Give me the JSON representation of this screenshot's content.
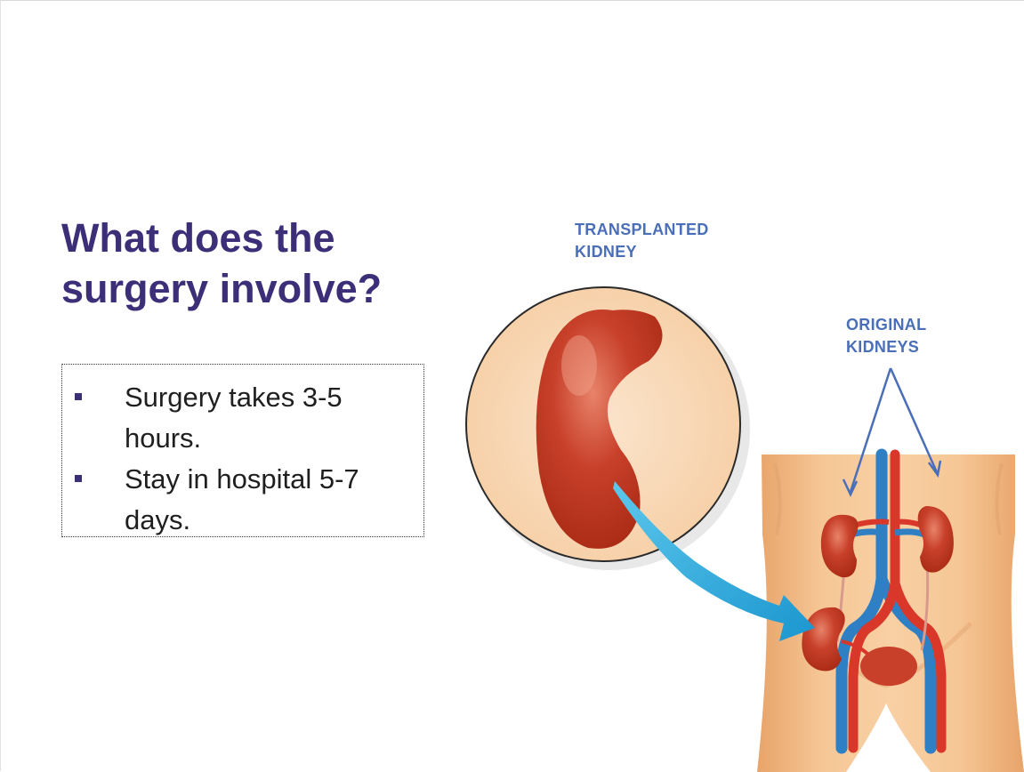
{
  "slide": {
    "title_line1": "What does the",
    "title_line2": "surgery involve?",
    "bullets": [
      {
        "line1": "Surgery takes 3-5",
        "line2": "hours."
      },
      {
        "line1": "Stay in hospital 5-7",
        "line2": "days."
      }
    ],
    "labels": {
      "transplanted_line1": "TRANSPLANTED",
      "transplanted_line2": "KIDNEY",
      "original_line1": "ORIGINAL",
      "original_line2": "KIDNEYS"
    }
  },
  "colors": {
    "title": "#3d2e78",
    "label": "#4a6fb8",
    "kidney": "#c0391f",
    "body_skin": "#f3c08d",
    "artery": "#d8372a",
    "vein": "#2f7fc4",
    "arrow": "#29a9d8"
  }
}
